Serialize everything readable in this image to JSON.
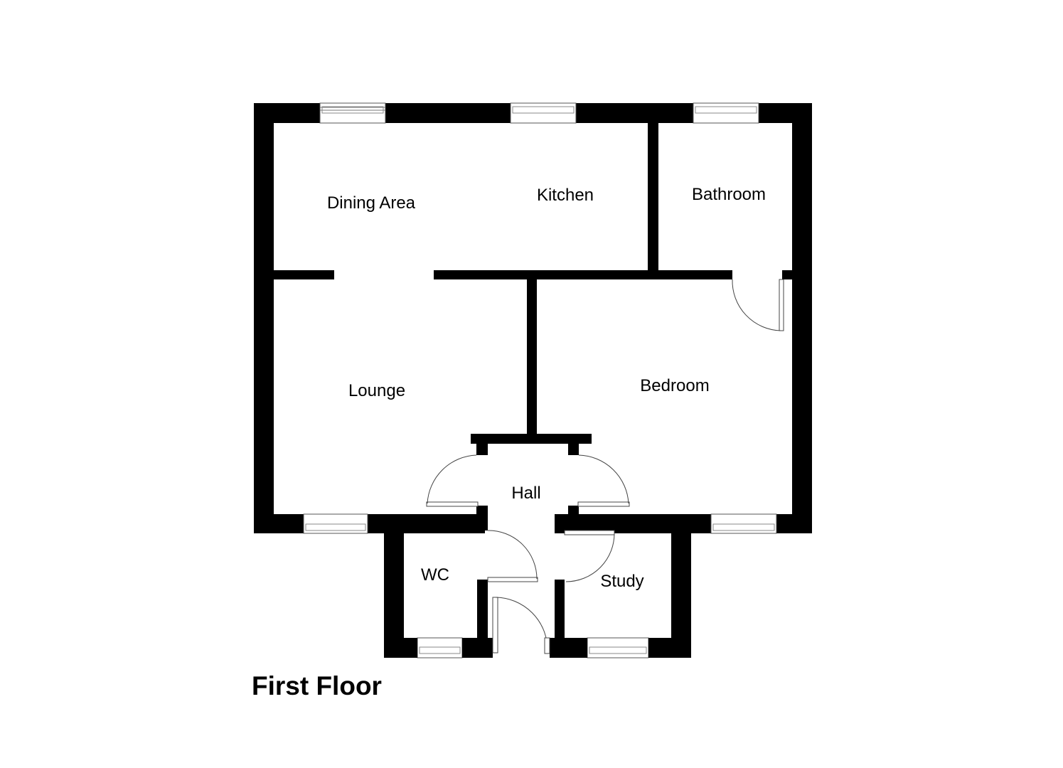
{
  "floor_title": "First Floor",
  "rooms": {
    "dining_area": "Dining Area",
    "kitchen": "Kitchen",
    "bathroom": "Bathroom",
    "lounge": "Lounge",
    "bedroom": "Bedroom",
    "hall": "Hall",
    "wc": "WC",
    "study": "Study"
  },
  "colors": {
    "wall": "#000000",
    "background": "#ffffff"
  }
}
